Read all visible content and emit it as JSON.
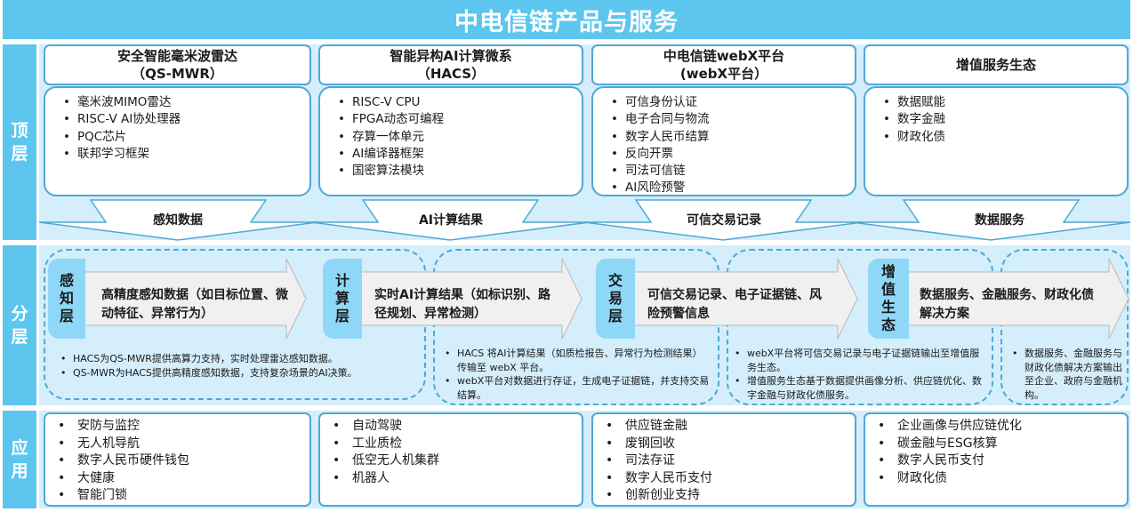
{
  "title": "中电信链产品与服务",
  "side_labels": {
    "top": "顶层",
    "middle": "分层",
    "bottom": "应用"
  },
  "products": [
    {
      "name": "安全智能毫米波雷达",
      "sub": "（QS-MWR）",
      "features": [
        "毫米波MIMO雷达",
        "RISC-V AI协处理器",
        "PQC芯片",
        "联邦学习框架"
      ]
    },
    {
      "name": "智能异构AI计算微系",
      "sub": "（HACS）",
      "features": [
        "RISC-V CPU",
        "FPGA动态可编程",
        "存算一体单元",
        "AI编译器框架",
        "国密算法模块"
      ]
    },
    {
      "name": "中电信链webX平台",
      "sub": "(webX平台）",
      "features": [
        "可信身份认证",
        "电子合同与物流",
        "数字人民币结算",
        "反向开票",
        "司法可信链",
        "AI风险预警"
      ]
    },
    {
      "name": "增值服务生态",
      "sub": "",
      "features": [
        "数据赋能",
        "数字金融",
        "财政化债"
      ]
    }
  ],
  "flows": [
    "感知数据",
    "AI计算结果",
    "可信交易记录",
    "数据服务"
  ],
  "layers": [
    {
      "tag": [
        "感",
        "知",
        "层"
      ],
      "text": "高精度感知数据（如目标位置、微动特征、异常行为）"
    },
    {
      "tag": [
        "计",
        "算",
        "层"
      ],
      "text": "实时AI计算结果（如标识别、路径规划、异常检测）"
    },
    {
      "tag": [
        "交",
        "易",
        "层"
      ],
      "text": "可信交易记录、电子证据链、风险预警信息"
    },
    {
      "tag": [
        "增",
        "值",
        "生",
        "态"
      ],
      "text": "数据服务、金融服务、财政化债解决方案"
    }
  ],
  "notes": [
    [
      "HACS为QS-MWR提供高算力支持，实时处理雷达感知数据。",
      "QS-MWR为HACS提供高精度感知数据，支持复杂场景的AI决策。"
    ],
    [
      "HACS 将AI计算结果（如质检报告、异常行为检测结果）传输至 webX 平台。",
      "webX平台对数据进行存证，生成电子证据链，并支持交易结算。"
    ],
    [
      "webX平台将可信交易记录与电子证据链输出至增值服务生态。",
      "增值服务生态基于数据提供画像分析、供应链优化、数字金融与财政化债服务。"
    ],
    [
      "数据服务、金融服务与财政化债解决方案输出至企业、政府与金融机构。"
    ]
  ],
  "applications": [
    [
      "安防与监控",
      "无人机导航",
      "数字人民币硬件钱包",
      "大健康",
      "智能门锁"
    ],
    [
      "自动驾驶",
      "工业质检",
      "低空无人机集群",
      "机器人"
    ],
    [
      "供应链金融",
      "废钢回收",
      "司法存证",
      "数字人民币支付",
      "创新创业支持"
    ],
    [
      "企业画像与供应链优化",
      "碳金融与ESG核算",
      "数字人民币支付",
      "财政化债"
    ]
  ],
  "colors": {
    "accent": "#5cc6ef",
    "band": "#d4eefb",
    "border": "#4fa8d6",
    "arrow": "#f0f0f0",
    "tag": "#8fd7f6"
  }
}
